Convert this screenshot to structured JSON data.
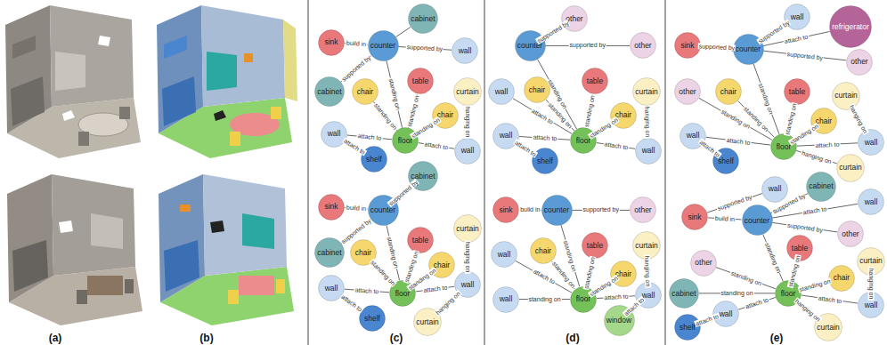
{
  "diagram": {
    "nodes": [
      {
        "text": [
          "cabinet"
        ]
      },
      {
        "text": [
          "sink"
        ]
      },
      {
        "text": [
          "counter"
        ]
      },
      {
        "text": [
          "wall"
        ]
      },
      {
        "text": [
          "cabinet"
        ]
      },
      {
        "text": [
          "table"
        ]
      },
      {
        "text": [
          "curtain"
        ]
      },
      {
        "text": [
          "chair"
        ]
      },
      {
        "text": [
          "chair"
        ]
      },
      {
        "text": [
          "wall"
        ]
      },
      {
        "text": [
          "floor"
        ]
      },
      {
        "text": [
          "wall"
        ]
      },
      {
        "text": [
          "shelf"
        ]
      },
      {
        "text": [
          "cabinet"
        ]
      },
      {
        "text": [
          "sink"
        ]
      },
      {
        "text": [
          "counter"
        ]
      },
      {
        "text": [
          "curtain"
        ]
      },
      {
        "text": [
          "table"
        ]
      },
      {
        "text": [
          "cabinet"
        ]
      },
      {
        "text": [
          "chair"
        ]
      },
      {
        "text": [
          "chair"
        ]
      },
      {
        "text": [
          "wall"
        ]
      },
      {
        "text": [
          "wall"
        ]
      },
      {
        "text": [
          "floor"
        ]
      },
      {
        "text": [
          "shelf"
        ]
      },
      {
        "text": [
          "curtain"
        ]
      },
      {
        "text": [
          "other"
        ]
      },
      {
        "text": [
          "counter"
        ]
      },
      {
        "text": [
          "other"
        ]
      },
      {
        "text": [
          "wall"
        ]
      },
      {
        "text": [
          "chair"
        ]
      },
      {
        "text": [
          "table"
        ]
      },
      {
        "text": [
          "curtain"
        ]
      },
      {
        "text": [
          "chair"
        ]
      },
      {
        "text": [
          "wall"
        ]
      },
      {
        "text": [
          "floor"
        ]
      },
      {
        "text": [
          "wall"
        ]
      },
      {
        "text": [
          "shelf"
        ]
      },
      {
        "text": [
          "sink"
        ]
      },
      {
        "text": [
          "counter"
        ]
      },
      {
        "text": [
          "other"
        ]
      },
      {
        "text": [
          "wall"
        ]
      },
      {
        "text": [
          "chair"
        ]
      },
      {
        "text": [
          "table"
        ]
      },
      {
        "text": [
          "curtain"
        ]
      },
      {
        "text": [
          "chair"
        ]
      },
      {
        "text": [
          "wall"
        ]
      },
      {
        "text": [
          "floor"
        ]
      },
      {
        "text": [
          "wall"
        ]
      },
      {
        "text": [
          "window"
        ]
      },
      {
        "text": [
          "wall"
        ]
      },
      {
        "text": [
          "refrigerator"
        ]
      },
      {
        "text": [
          "sink"
        ]
      },
      {
        "text": [
          "counter"
        ]
      },
      {
        "text": [
          "other"
        ]
      },
      {
        "text": [
          "other"
        ]
      },
      {
        "text": [
          "chair"
        ]
      },
      {
        "text": [
          "table"
        ]
      },
      {
        "text": [
          "curtain"
        ]
      },
      {
        "text": [
          "chair"
        ]
      },
      {
        "text": [
          "wall"
        ]
      },
      {
        "text": [
          "floor"
        ]
      },
      {
        "text": [
          "wall"
        ]
      },
      {
        "text": [
          "shelf"
        ]
      },
      {
        "text": [
          "curtain"
        ]
      },
      {
        "text": [
          "wall"
        ]
      },
      {
        "text": [
          "cabinet"
        ]
      },
      {
        "text": [
          "wall"
        ]
      },
      {
        "text": [
          "sink"
        ]
      },
      {
        "text": [
          "counter"
        ]
      },
      {
        "text": [
          "other"
        ]
      },
      {
        "text": [
          "table"
        ]
      },
      {
        "text": [
          "other"
        ]
      },
      {
        "text": [
          "curtain"
        ]
      },
      {
        "text": [
          "chair"
        ]
      },
      {
        "text": [
          "cabinet"
        ]
      },
      {
        "text": [
          "floor"
        ]
      },
      {
        "text": [
          "wall"
        ]
      },
      {
        "text": [
          "wall"
        ]
      },
      {
        "text": [
          "shelf"
        ]
      },
      {
        "text": [
          "curtain"
        ]
      }
    ],
    "edges": [
      {
        "from": 1,
        "to": 2,
        "arrow": "none",
        "label": "build in"
      },
      {
        "from": 2,
        "to": 0,
        "arrow": "none"
      },
      {
        "from": 2,
        "to": 3,
        "arrow": "none",
        "label": "supported by"
      },
      {
        "from": 2,
        "to": 4,
        "arrow": "none",
        "label": "supported by"
      },
      {
        "from": 2,
        "to": 10,
        "arrow": "none",
        "label": "standing on"
      },
      {
        "from": 5,
        "to": 10,
        "arrow": "none",
        "label": "standing on"
      },
      {
        "from": 7,
        "to": 10,
        "arrow": "none",
        "label": "standing on"
      },
      {
        "from": 8,
        "to": 10,
        "arrow": "none",
        "label": "standing on"
      },
      {
        "from": 6,
        "to": 9,
        "arrow": "none",
        "label": "hanging on"
      },
      {
        "from": 9,
        "to": 10,
        "arrow": "none",
        "label": "attach to"
      },
      {
        "from": 11,
        "to": 10,
        "arrow": "none",
        "label": "attach to"
      },
      {
        "from": 12,
        "to": 11,
        "arrow": "none",
        "label": "attach to"
      },
      {
        "from": 14,
        "to": 15,
        "arrow": "none",
        "label": "build in"
      },
      {
        "from": 15,
        "to": 13,
        "arrow": "none",
        "label": "supported by"
      },
      {
        "from": 15,
        "to": 18,
        "arrow": "none",
        "label": "supported by"
      },
      {
        "from": 15,
        "to": 23,
        "arrow": "none",
        "label": "standing on"
      },
      {
        "from": 17,
        "to": 23,
        "arrow": "none",
        "label": "standing on"
      },
      {
        "from": 19,
        "to": 23,
        "arrow": "none",
        "label": "standing on"
      },
      {
        "from": 20,
        "to": 23,
        "arrow": "none",
        "label": "standing on"
      },
      {
        "from": 16,
        "to": 22,
        "arrow": "none",
        "label": "hanging on"
      },
      {
        "from": 22,
        "to": 23,
        "arrow": "none",
        "label": "attach to"
      },
      {
        "from": 25,
        "to": 22,
        "arrow": "none",
        "label": "hanging on"
      },
      {
        "from": 21,
        "to": 23,
        "arrow": "none",
        "label": "attach to"
      },
      {
        "from": 24,
        "to": 21,
        "arrow": "none",
        "label": "attach to"
      },
      {
        "from": 27,
        "to": 26,
        "arrow": "none",
        "label": "supported by"
      },
      {
        "from": 27,
        "to": 28,
        "arrow": "none",
        "label": "supported by"
      },
      {
        "from": 27,
        "to": 35,
        "arrow": "none",
        "label": "standing on"
      },
      {
        "from": 30,
        "to": 35,
        "arrow": "none",
        "label": "standing on"
      },
      {
        "from": 31,
        "to": 35,
        "arrow": "none",
        "label": "standing on"
      },
      {
        "from": 33,
        "to": 35,
        "arrow": "none",
        "label": "standing on"
      },
      {
        "from": 32,
        "to": 36,
        "arrow": "none",
        "label": "hanging on"
      },
      {
        "from": 36,
        "to": 35,
        "arrow": "none",
        "label": "attach to"
      },
      {
        "from": 29,
        "to": 35,
        "arrow": "none",
        "label": "attach to"
      },
      {
        "from": 34,
        "to": 35,
        "arrow": "none",
        "label": "attach to"
      },
      {
        "from": 37,
        "to": 34,
        "arrow": "none",
        "label": "attach to"
      },
      {
        "from": 38,
        "to": 39,
        "arrow": "none",
        "label": "build in"
      },
      {
        "from": 39,
        "to": 40,
        "arrow": "none",
        "label": "supported by"
      },
      {
        "from": 39,
        "to": 47,
        "arrow": "none",
        "label": "standing on"
      },
      {
        "from": 43,
        "to": 47,
        "arrow": "none",
        "label": "standing on"
      },
      {
        "from": 42,
        "to": 47,
        "arrow": "none",
        "label": "standing on"
      },
      {
        "from": 45,
        "to": 47,
        "arrow": "none",
        "label": "standing on"
      },
      {
        "from": 44,
        "to": 48,
        "arrow": "none",
        "label": "hanging on"
      },
      {
        "from": 48,
        "to": 47,
        "arrow": "none",
        "label": "attach to"
      },
      {
        "from": 41,
        "to": 47,
        "arrow": "none",
        "label": "attach to"
      },
      {
        "from": 46,
        "to": 47,
        "arrow": "none",
        "label": "standing on"
      },
      {
        "from": 49,
        "to": 48,
        "arrow": "none",
        "label": "attach to"
      },
      {
        "from": 52,
        "to": 53,
        "arrow": "none",
        "label": "supported by"
      },
      {
        "from": 53,
        "to": 50,
        "arrow": "none",
        "label": "supported by"
      },
      {
        "from": 53,
        "to": 51,
        "arrow": "none",
        "label": "attach to"
      },
      {
        "from": 53,
        "to": 54,
        "arrow": "none",
        "label": "supported by"
      },
      {
        "from": 53,
        "to": 61,
        "arrow": "none",
        "label": "standing on"
      },
      {
        "from": 55,
        "to": 61,
        "arrow": "none",
        "label": "standing on"
      },
      {
        "from": 56,
        "to": 61,
        "arrow": "none",
        "label": "standing on"
      },
      {
        "from": 57,
        "to": 61,
        "arrow": "none",
        "label": "standing on"
      },
      {
        "from": 59,
        "to": 61,
        "arrow": "none",
        "label": "standing on"
      },
      {
        "from": 58,
        "to": 62,
        "arrow": "none",
        "label": "hanging on"
      },
      {
        "from": 62,
        "to": 61,
        "arrow": "none",
        "label": "attach to"
      },
      {
        "from": 60,
        "to": 61,
        "arrow": "none",
        "label": "attach to"
      },
      {
        "from": 63,
        "to": 60,
        "arrow": "none",
        "label": "attach to"
      },
      {
        "from": 64,
        "to": 61,
        "arrow": "none",
        "label": "hanging on"
      },
      {
        "from": 68,
        "to": 65,
        "arrow": "none",
        "label": "supported by"
      },
      {
        "from": 68,
        "to": 69,
        "arrow": "none",
        "label": "build in"
      },
      {
        "from": 69,
        "to": 66,
        "arrow": "none",
        "label": "supported by"
      },
      {
        "from": 69,
        "to": 67,
        "arrow": "none",
        "label": "attach to"
      },
      {
        "from": 69,
        "to": 70,
        "arrow": "none",
        "label": "supported by"
      },
      {
        "from": 69,
        "to": 76,
        "arrow": "none",
        "label": "standing on"
      },
      {
        "from": 71,
        "to": 76,
        "arrow": "none",
        "label": "standing on"
      },
      {
        "from": 72,
        "to": 76,
        "arrow": "none",
        "label": "standing on"
      },
      {
        "from": 74,
        "to": 76,
        "arrow": "none",
        "label": "standing on"
      },
      {
        "from": 75,
        "to": 76,
        "arrow": "none",
        "label": "standing on"
      },
      {
        "from": 77,
        "to": 76,
        "arrow": "none",
        "label": "attach to"
      },
      {
        "from": 78,
        "to": 76,
        "arrow": "none",
        "label": "attach to"
      },
      {
        "from": 79,
        "to": 78,
        "arrow": "none",
        "label": "attach to"
      },
      {
        "from": 73,
        "to": 77,
        "arrow": "none",
        "label": "hanging on"
      },
      {
        "from": 80,
        "to": 76,
        "arrow": "none",
        "label": "hanging on"
      }
    ],
    "labels": [
      "(a)",
      "(b)",
      "(c)",
      "(d)",
      "(e)"
    ]
  }
}
